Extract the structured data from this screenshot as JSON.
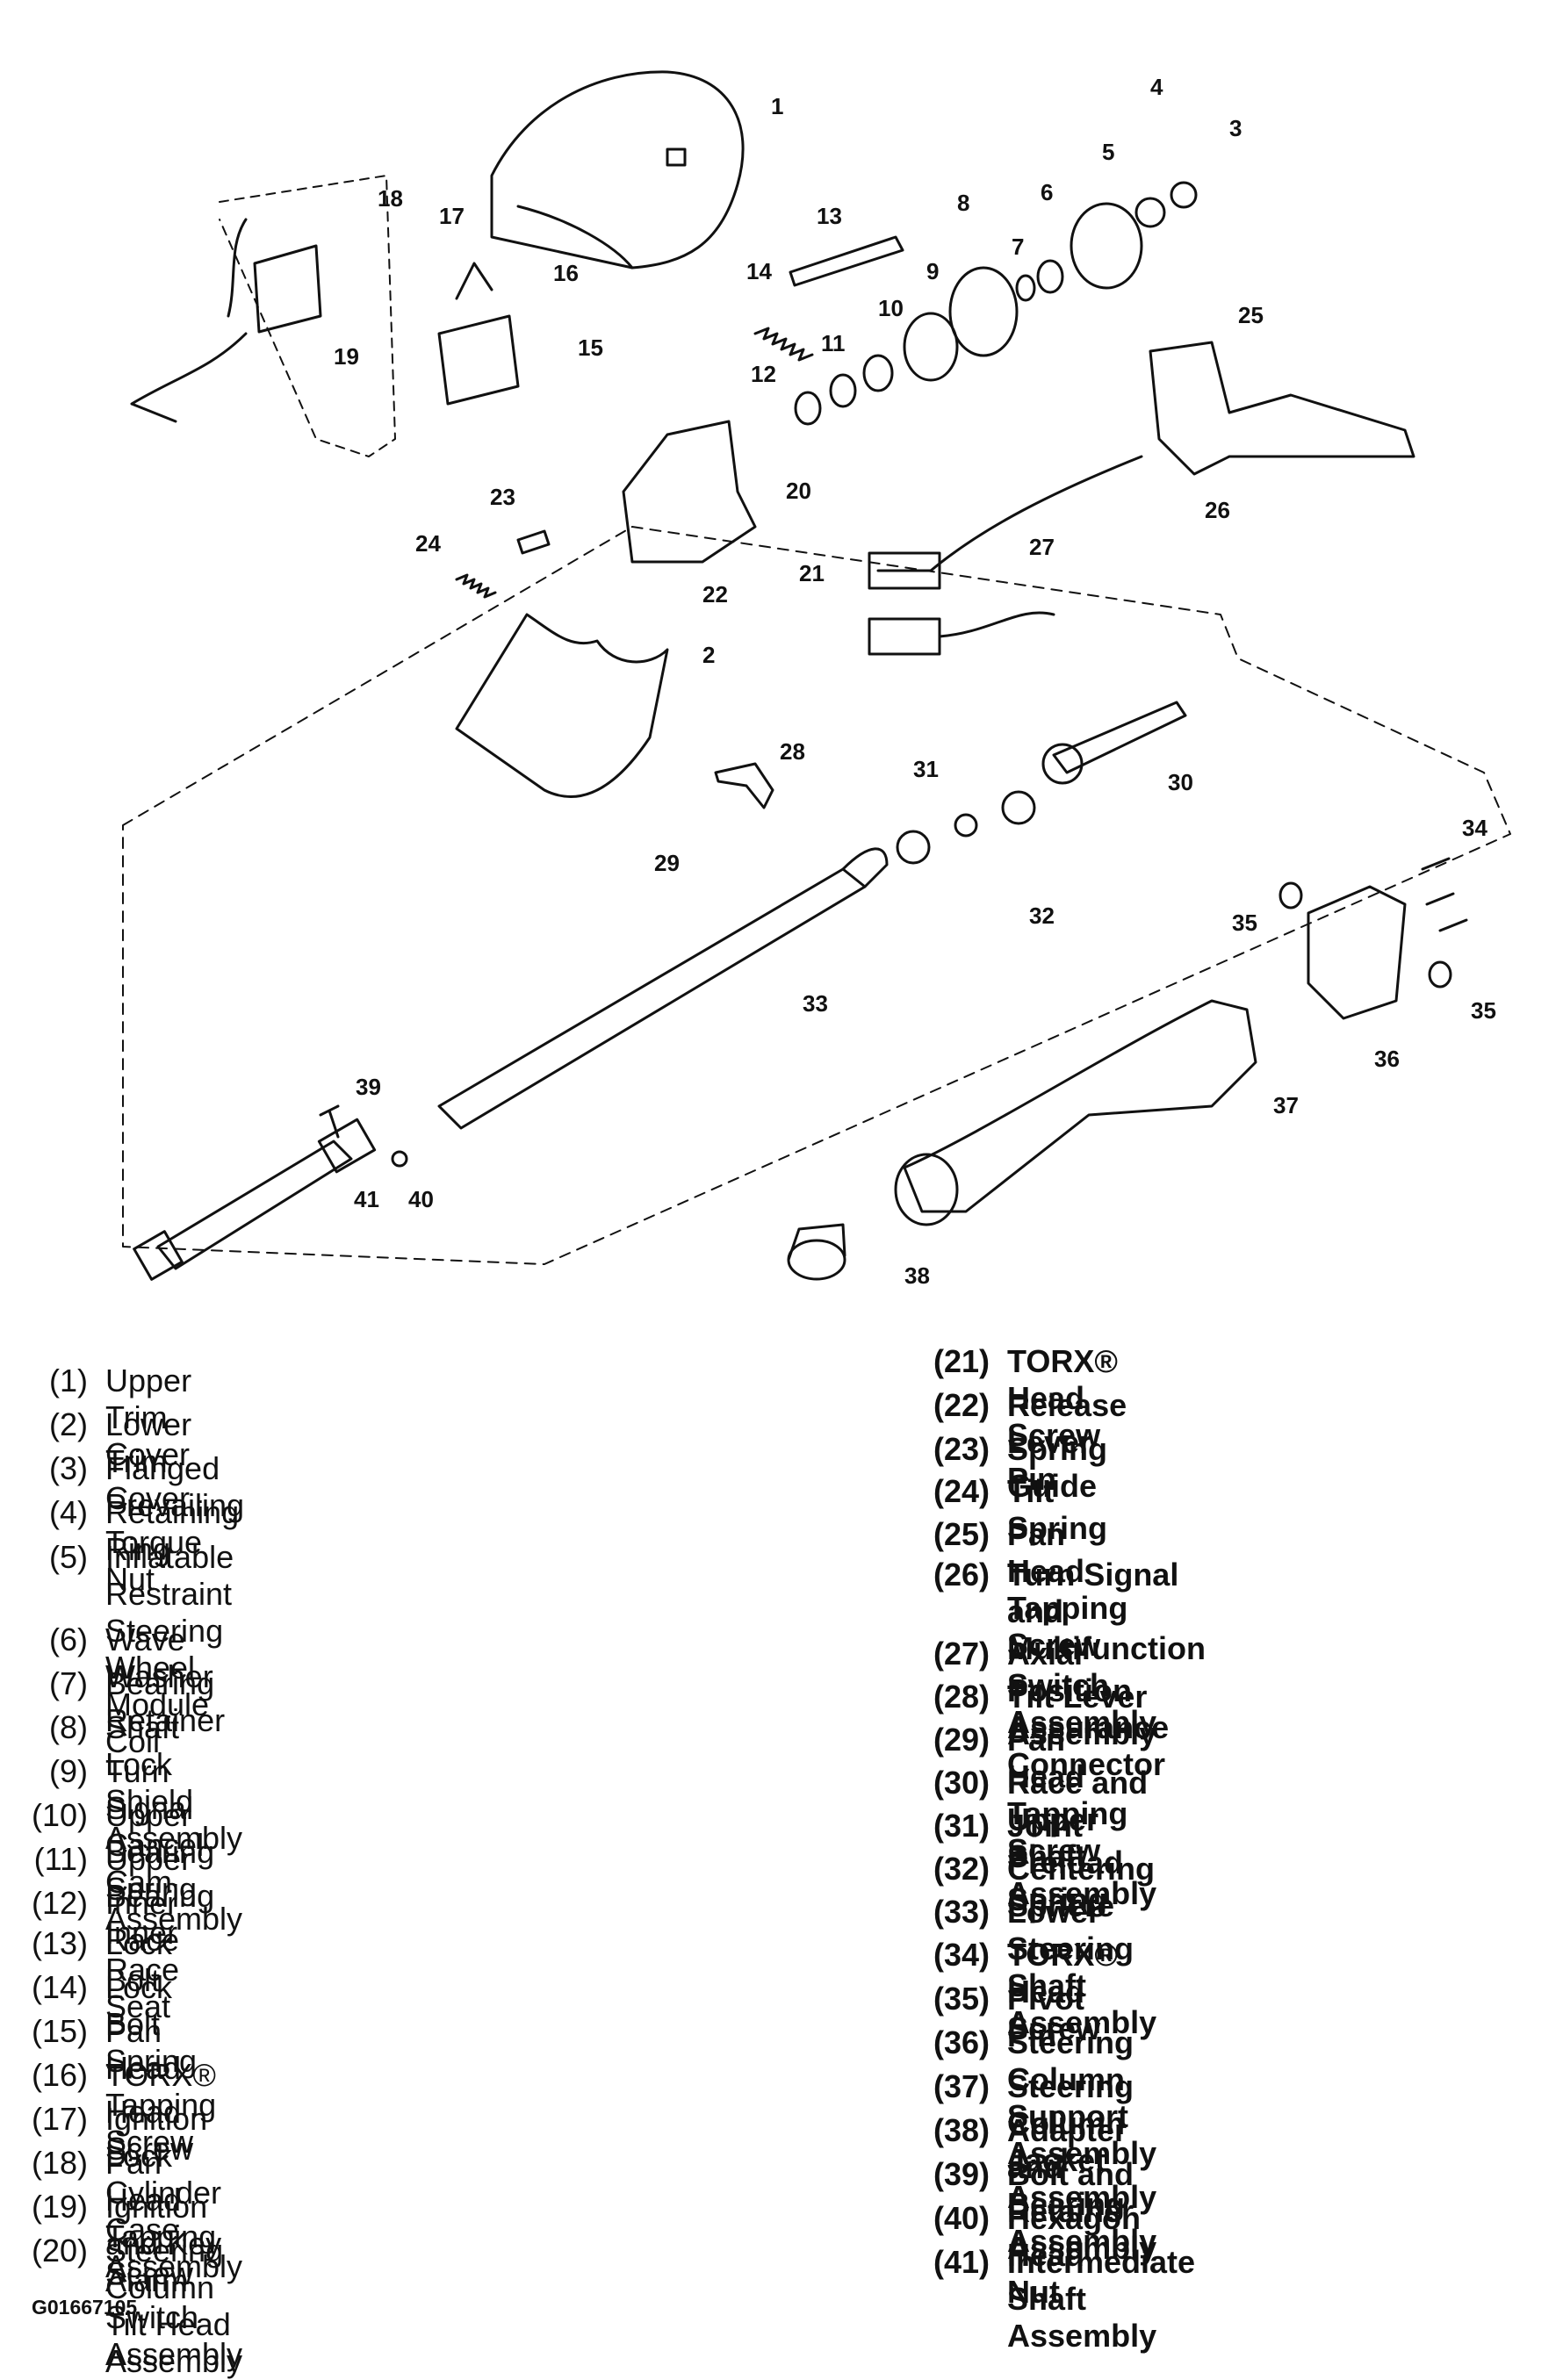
{
  "callouts": [
    "1",
    "2",
    "3",
    "4",
    "5",
    "6",
    "7",
    "8",
    "9",
    "10",
    "11",
    "12",
    "13",
    "14",
    "15",
    "16",
    "17",
    "18",
    "19",
    "20",
    "21",
    "22",
    "23",
    "24",
    "25",
    "26",
    "27",
    "28",
    "29",
    "30",
    "31",
    "32",
    "33",
    "34",
    "35",
    "35",
    "36",
    "37",
    "38",
    "39",
    "40",
    "41"
  ],
  "legend": {
    "left": [
      {
        "num": "(1)",
        "text": "Upper Trim Cover"
      },
      {
        "num": "(2)",
        "text": "Lower Trim Cover"
      },
      {
        "num": "(3)",
        "text": "Flanged Prevailing Torque Nut"
      },
      {
        "num": "(4)",
        "text": "Retaining Ring"
      },
      {
        "num": "(5)",
        "text": "Inflatable Restraint Steering Wheel\nModule Coil"
      },
      {
        "num": "(6)",
        "text": "Wave Washer"
      },
      {
        "num": "(7)",
        "text": "Bearing Retainer"
      },
      {
        "num": "(8)",
        "text": "Shaft Lock Shield Assembly"
      },
      {
        "num": "(9)",
        "text": "Turn Signal Cancel Cam Assembly"
      },
      {
        "num": "(10)",
        "text": "Upper Bearing Spring"
      },
      {
        "num": "(11)",
        "text": "Upper Bearing Inner Race Seat"
      },
      {
        "num": "(12)",
        "text": "Inner Race"
      },
      {
        "num": "(13)",
        "text": "Lock Bolt"
      },
      {
        "num": "(14)",
        "text": "Lock Bolt Spring"
      },
      {
        "num": "(15)",
        "text": "Pan Head Tapping Screw"
      },
      {
        "num": "(16)",
        "text": "TORX® Head Screw"
      },
      {
        "num": "(17)",
        "text": "Ignition Lock Cylinder Case Assembly"
      },
      {
        "num": "(18)",
        "text": "Pan Head Tapping Screw"
      },
      {
        "num": "(19)",
        "text": "Ignition and Key Alarm Switch Assembly"
      },
      {
        "num": "(20)",
        "text": "Steering Column Tilt Head Assembly"
      }
    ],
    "right": [
      {
        "num": "(21)",
        "text": "TORX® Head Screw"
      },
      {
        "num": "(22)",
        "text": "Release Lever Pin"
      },
      {
        "num": "(23)",
        "text": "Spring Guide"
      },
      {
        "num": "(24)",
        "text": "Tilt Spring"
      },
      {
        "num": "(25)",
        "text": "Pan Head Tapping Screw"
      },
      {
        "num": "(26)",
        "text": "Turn Signal and Multifunction Switch\nAssembly"
      },
      {
        "num": "(27)",
        "text": "Axial Position Assurance Connector"
      },
      {
        "num": "(28)",
        "text": "Tilt Lever Assembly"
      },
      {
        "num": "(29)",
        "text": "Pan Head Tapping Screw"
      },
      {
        "num": "(30)",
        "text": "Race and Upper Shaft Assembly"
      },
      {
        "num": "(31)",
        "text": "Joint Preload Spring"
      },
      {
        "num": "(32)",
        "text": "Centering Sphere"
      },
      {
        "num": "(33)",
        "text": "Lower Steering Shaft Assembly"
      },
      {
        "num": "(34)",
        "text": "TORX® Head Screw"
      },
      {
        "num": "(35)",
        "text": "Pivot Pin"
      },
      {
        "num": "(36)",
        "text": "Steering Column Support Assembly"
      },
      {
        "num": "(37)",
        "text": "Steering Column Jacket Assembly"
      },
      {
        "num": "(38)",
        "text": "Adapter and Bearing Assembly"
      },
      {
        "num": "(39)",
        "text": "Bolt and Retainer Assembly"
      },
      {
        "num": "(40)",
        "text": "Hexagon Head Nut"
      },
      {
        "num": "(41)",
        "text": "Intermediate Shaft Assembly"
      }
    ]
  },
  "figure_id": "G01667105"
}
